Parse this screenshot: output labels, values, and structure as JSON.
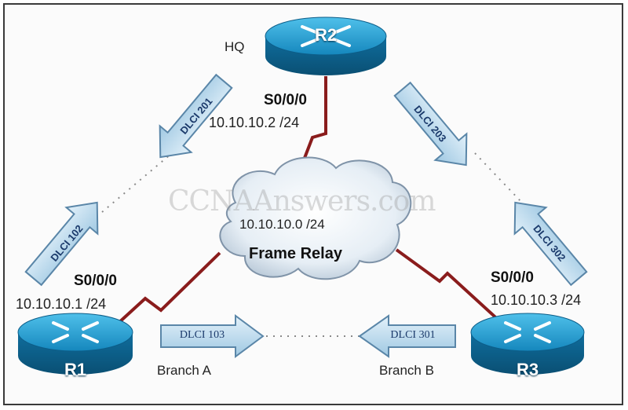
{
  "watermark": "CCNAAnswers.com",
  "cloud": {
    "network": "10.10.10.0 /24",
    "title": "Frame Relay"
  },
  "routers": {
    "r1": {
      "name": "R1",
      "site": "Branch A",
      "interface": "S0/0/0",
      "ip": "10.10.10.1 /24"
    },
    "r2": {
      "name": "R2",
      "site": "HQ",
      "interface": "S0/0/0",
      "ip": "10.10.10.2 /24"
    },
    "r3": {
      "name": "R3",
      "site": "Branch B",
      "interface": "S0/0/0",
      "ip": "10.10.10.3 /24"
    }
  },
  "dlci": {
    "r1_to_r3": "DLCI 103",
    "r3_to_r1": "DLCI 301",
    "r1_to_r2": "DLCI 102",
    "r2_to_r1": "DLCI 201",
    "r2_to_r3": "DLCI 203",
    "r3_to_r2": "DLCI 302"
  },
  "colors": {
    "router": "#1a93c8",
    "link": "#8a1c1c",
    "arrow": "#b8d9ec",
    "arrow_border": "#5a86a8"
  }
}
